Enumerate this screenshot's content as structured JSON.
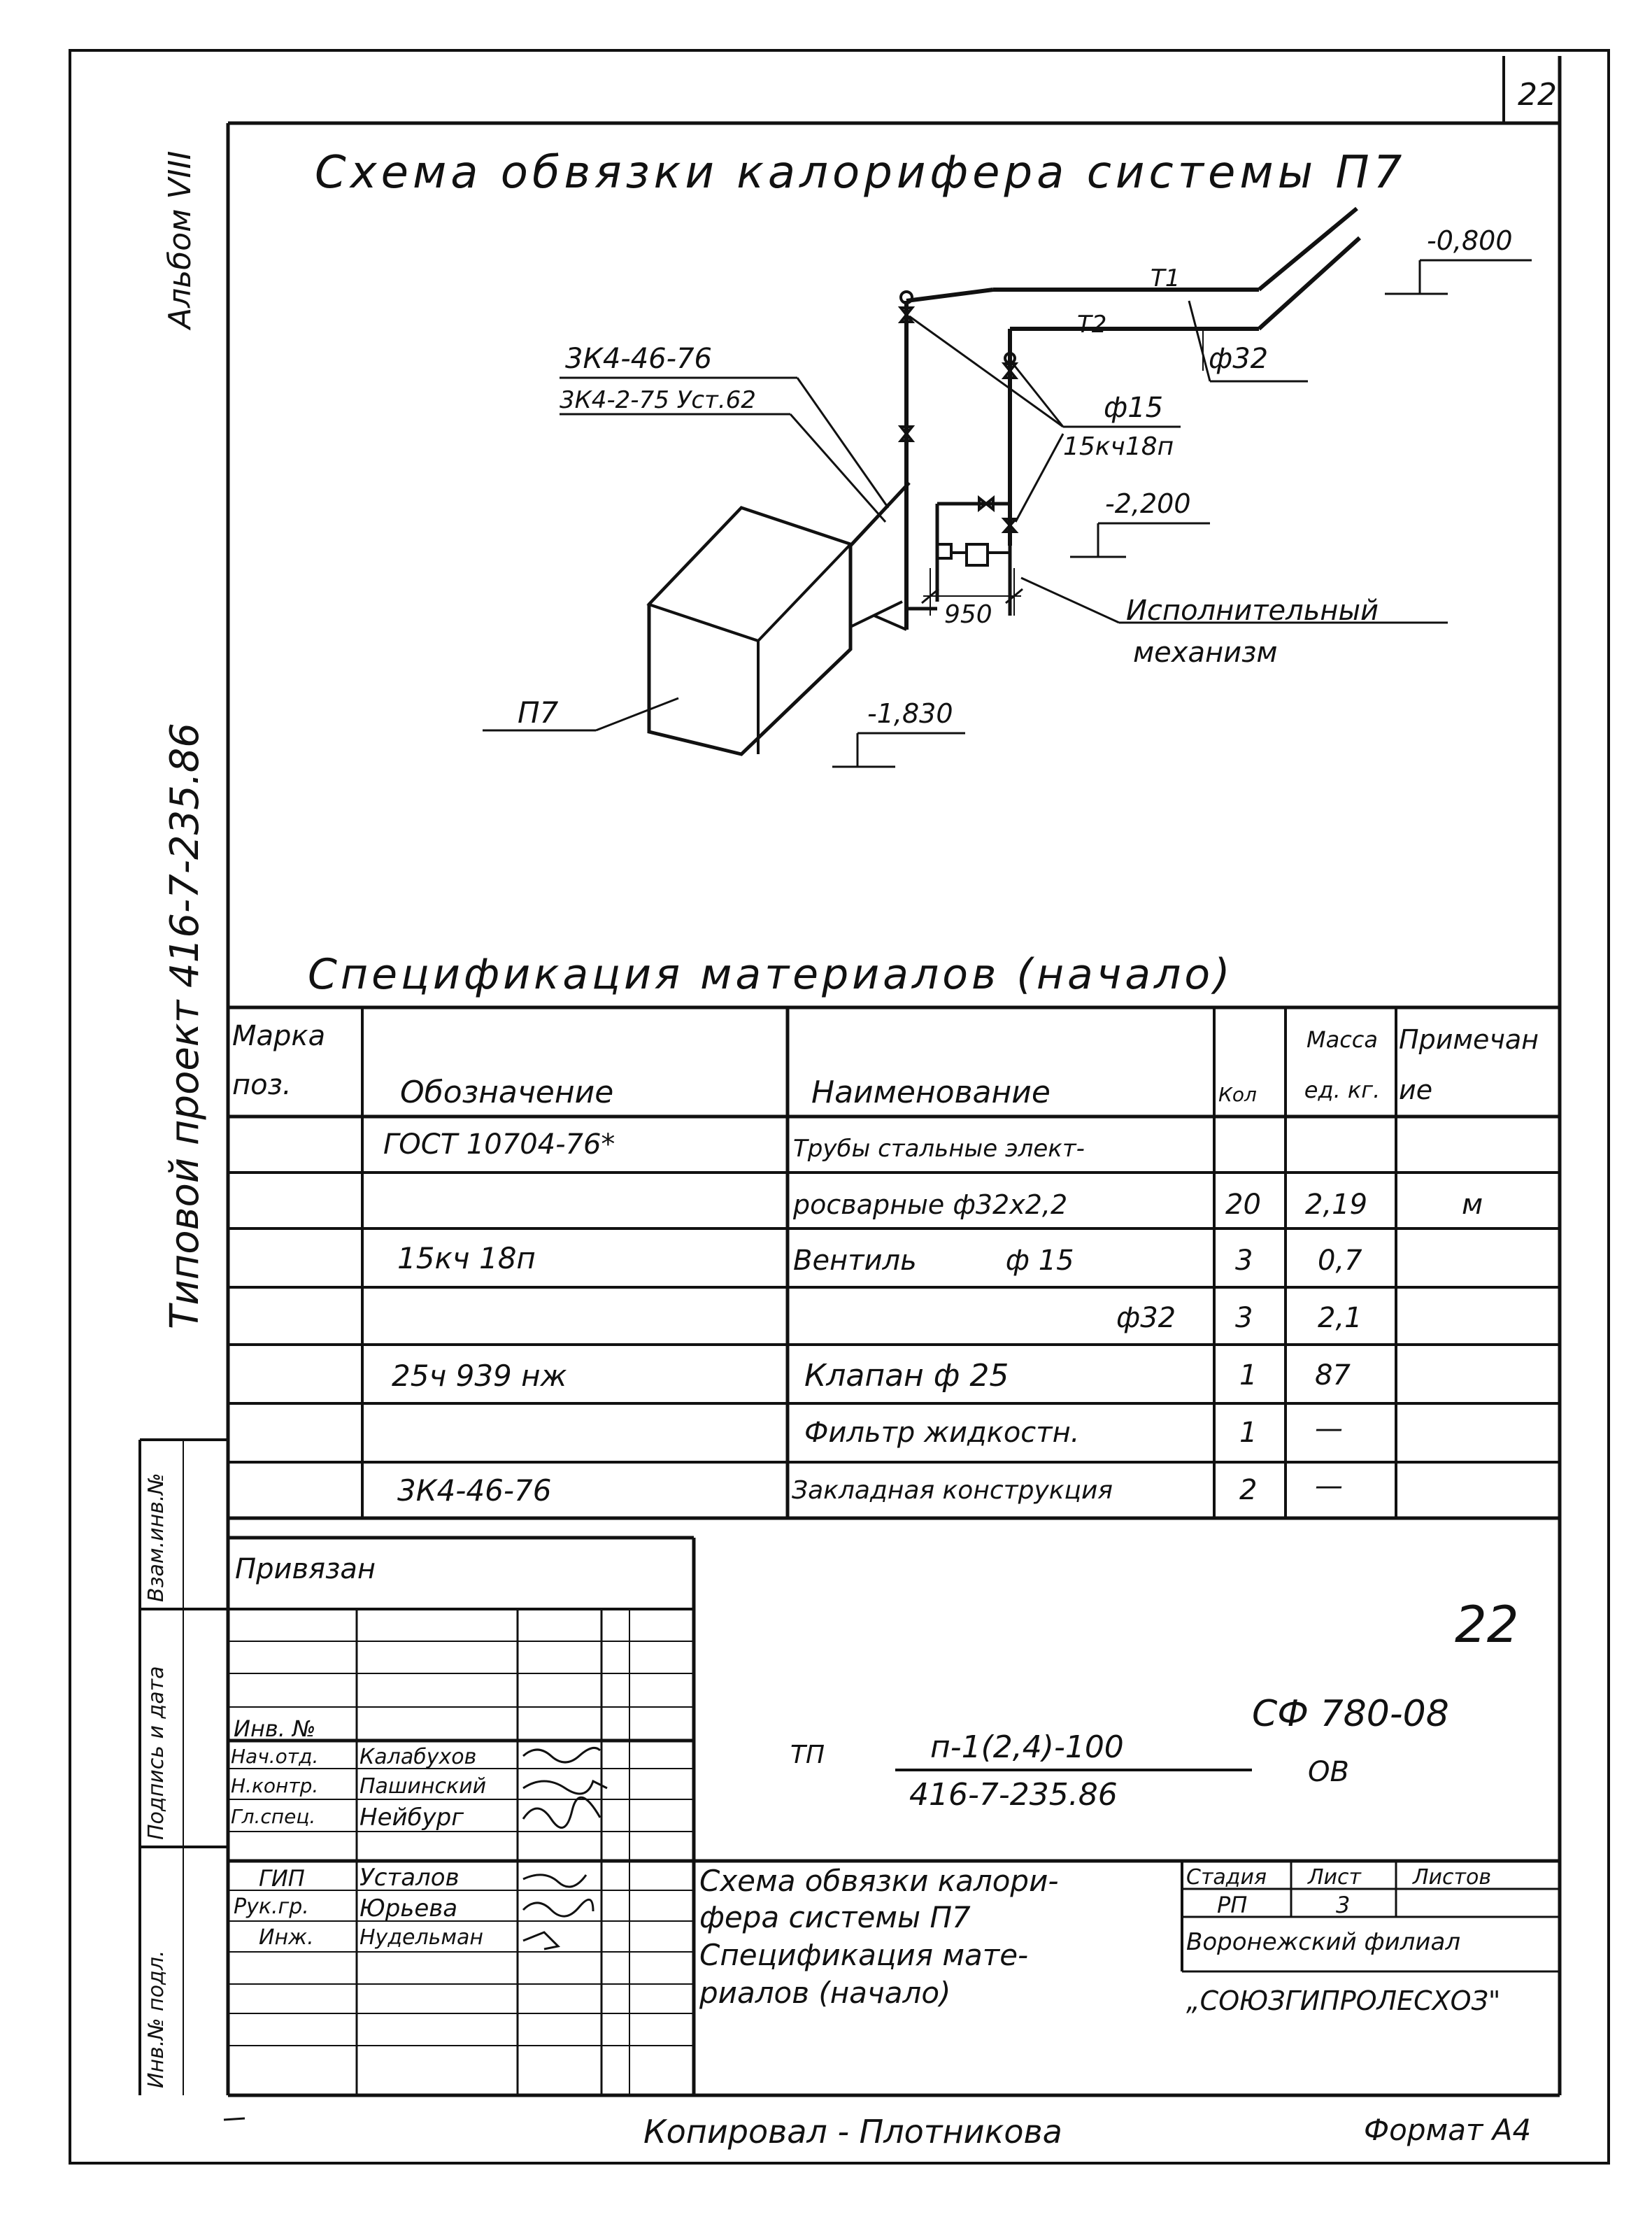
{
  "sheet": {
    "page_number": "22",
    "left_margin_text": "Типовой проект 416-7-235.86",
    "album_label": "Альбом VIII"
  },
  "diagram": {
    "title": "Схема обвязки калорифера системы П7",
    "labels": {
      "zk46": "3К4-46-76",
      "zk2": "3К4-2-75 Уст.62",
      "t1": "Т1",
      "t2": "Т2",
      "d32": "ф32",
      "d15": "ф15",
      "valve": "15кч18п",
      "elev_top": "-0,800",
      "elev_mid": "-2,200",
      "elev_bottom": "-1,830",
      "dim950": "950",
      "actuator_line1": "Исполнительный",
      "actuator_line2": "механизм",
      "unit": "П7"
    }
  },
  "spec": {
    "title": "Спецификация материалов (начало)",
    "headers": {
      "mark": "Марка поз.",
      "designation": "Обозначение",
      "name": "Наименование",
      "qty": "Кол",
      "mass": "Масса ед. кг.",
      "note": "Примечание"
    },
    "rows": [
      {
        "mark": "",
        "designation": "ГОСТ 10704-76*",
        "name": "Трубы стальные элект-",
        "qty": "",
        "mass": "",
        "note": ""
      },
      {
        "mark": "",
        "designation": "",
        "name": "росварные ф32х2,2",
        "qty": "20",
        "mass": "2,19",
        "note": "м"
      },
      {
        "mark": "",
        "designation": "15кч 18п",
        "name": "Вентиль          ф 15",
        "qty": "3",
        "mass": "0,7",
        "note": ""
      },
      {
        "mark": "",
        "designation": "",
        "name": "ф32",
        "qty": "3",
        "mass": "2,1",
        "note": ""
      },
      {
        "mark": "",
        "designation": "25ч 939 нж",
        "name": "Клапан ф 25",
        "qty": "1",
        "mass": "87",
        "note": ""
      },
      {
        "mark": "",
        "designation": "",
        "name": "Фильтр жидкостн.",
        "qty": "1",
        "mass": "—",
        "note": ""
      },
      {
        "mark": "",
        "designation": "3К4-46-76",
        "name": "Закладная конструкция",
        "qty": "2",
        "mass": "—",
        "note": ""
      }
    ]
  },
  "stamp": {
    "side_labels": [
      "Взам.инв.№",
      "Подпись и дата",
      "Инв.№ подл."
    ],
    "privyazan": "Привязан",
    "inv_no": "Инв. №",
    "big_number": "22",
    "doc_code": "СФ 780-08",
    "tp": "ТП",
    "tp_line1": "п-1(2,4)-100",
    "tp_line2": "416-7-235.86",
    "tp_suffix": "ОВ",
    "staff": [
      {
        "role": "Нач.отд.",
        "name": "Калабухов"
      },
      {
        "role": "Н.контр.",
        "name": "Пашинский"
      },
      {
        "role": "Гл.спец.",
        "name": "Нейбург"
      },
      {
        "role": "ГИП",
        "name": "Усталов"
      },
      {
        "role": "Рук.гр.",
        "name": "Юрьева"
      },
      {
        "role": "Инж.",
        "name": "Нудельман"
      }
    ],
    "doc_title": [
      "Схема обвязки калори-",
      "фера системы П7",
      "Спецификация мате-",
      "риалов (начало)"
    ],
    "stage_h": "Стадия",
    "sheet_h": "Лист",
    "sheets_h": "Листов",
    "stage": "РП",
    "sheet": "3",
    "sheets": "",
    "org1": "Воронежский филиал",
    "org2": "„СОЮЗГИПРОЛЕСХОЗ\""
  },
  "footer": {
    "copied": "Копировал  - Плотникова",
    "format": "Формат А4"
  }
}
